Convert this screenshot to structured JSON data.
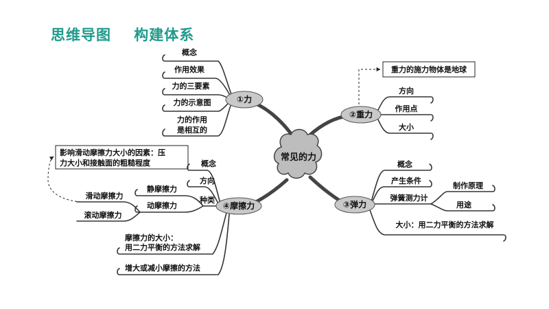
{
  "title": "思维导图    构建体系",
  "center": "常见的力",
  "force": {
    "hub": "①力",
    "items": [
      "概念",
      "作用效果",
      "力的三要素",
      "力的示意图",
      "力的作用",
      "是相互的"
    ]
  },
  "gravity": {
    "hub": "②重力",
    "note": "重力的施力物体是地球",
    "items": [
      "方向",
      "作用点",
      "大小"
    ]
  },
  "elastic": {
    "hub": "③弹力",
    "items": [
      "概念",
      "产生条件",
      "弹簧测力计",
      "制作原理",
      "用途",
      "大小：用二力平衡的方法求解"
    ]
  },
  "friction": {
    "hub": "④摩擦力",
    "note": [
      "影响滑动摩擦力大小的因素：压",
      "力大小和接触面的粗糙程度"
    ],
    "items": [
      "概念",
      "方向",
      "种类",
      "静摩擦力",
      "动摩擦力",
      "滑动摩擦力",
      "滚动摩擦力",
      "摩擦力的大小：",
      "用二力平衡的方法求解",
      "增大或减小摩擦的方法"
    ]
  }
}
